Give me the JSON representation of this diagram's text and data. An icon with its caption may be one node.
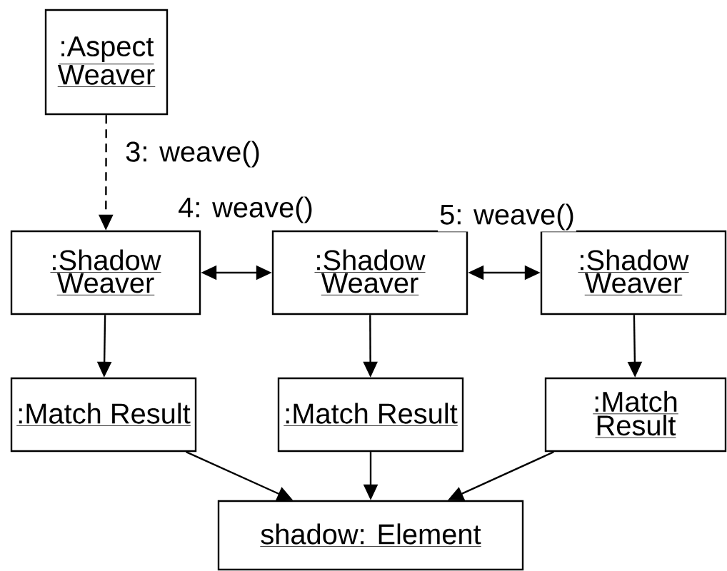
{
  "diagram": {
    "nodes": [
      {
        "text": [
          ":Aspect Weaver"
        ]
      },
      {
        "text": [
          ":Shadow Weaver"
        ]
      },
      {
        "text": [
          ":Shadow Weaver"
        ]
      },
      {
        "text": [
          ":Shadow Weaver"
        ]
      },
      {
        "text": [
          ":Match Result"
        ]
      },
      {
        "text": [
          ":Match Result"
        ]
      },
      {
        "text": [
          ":Match Result"
        ]
      },
      {
        "text": [
          "shadow: Element"
        ]
      }
    ],
    "edges": [
      {
        "from": 0,
        "to": 1,
        "arrow": "to",
        "style": "dashed",
        "label": "3: weave()"
      },
      {
        "from": 1,
        "to": 2,
        "arrow": "both",
        "label": "4: weave()"
      },
      {
        "from": 2,
        "to": 3,
        "arrow": "both",
        "label": "5: weave()"
      },
      {
        "from": 1,
        "to": 4,
        "arrow": "to"
      },
      {
        "from": 2,
        "to": 5,
        "arrow": "to"
      },
      {
        "from": 3,
        "to": 6,
        "arrow": "to"
      },
      {
        "from": 4,
        "to": 7,
        "arrow": "to"
      },
      {
        "from": 5,
        "to": 7,
        "arrow": "to"
      },
      {
        "from": 6,
        "to": 7,
        "arrow": "to"
      }
    ]
  }
}
